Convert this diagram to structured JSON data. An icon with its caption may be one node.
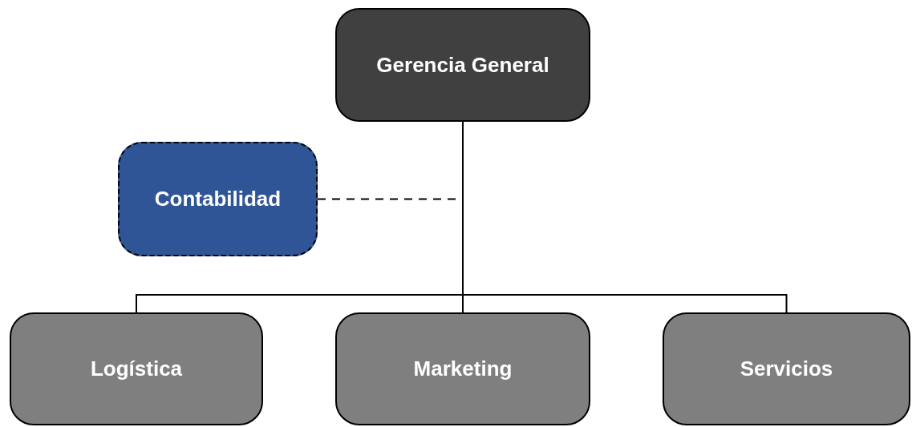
{
  "diagram": {
    "nodes": [
      {
        "text": [
          "Gerencia General"
        ]
      },
      {
        "text": [
          "Contabilidad"
        ]
      },
      {
        "text": [
          "Logística"
        ]
      },
      {
        "text": [
          "Marketing"
        ]
      },
      {
        "text": [
          "Servicios"
        ]
      }
    ],
    "edges": [
      {
        "from": 1,
        "to": 0,
        "arrow": "none",
        "style": "dashed"
      },
      {
        "from": 0,
        "to": 2,
        "arrow": "none"
      },
      {
        "from": 0,
        "to": 3,
        "arrow": "none"
      },
      {
        "from": 0,
        "to": 4,
        "arrow": "none"
      }
    ]
  }
}
